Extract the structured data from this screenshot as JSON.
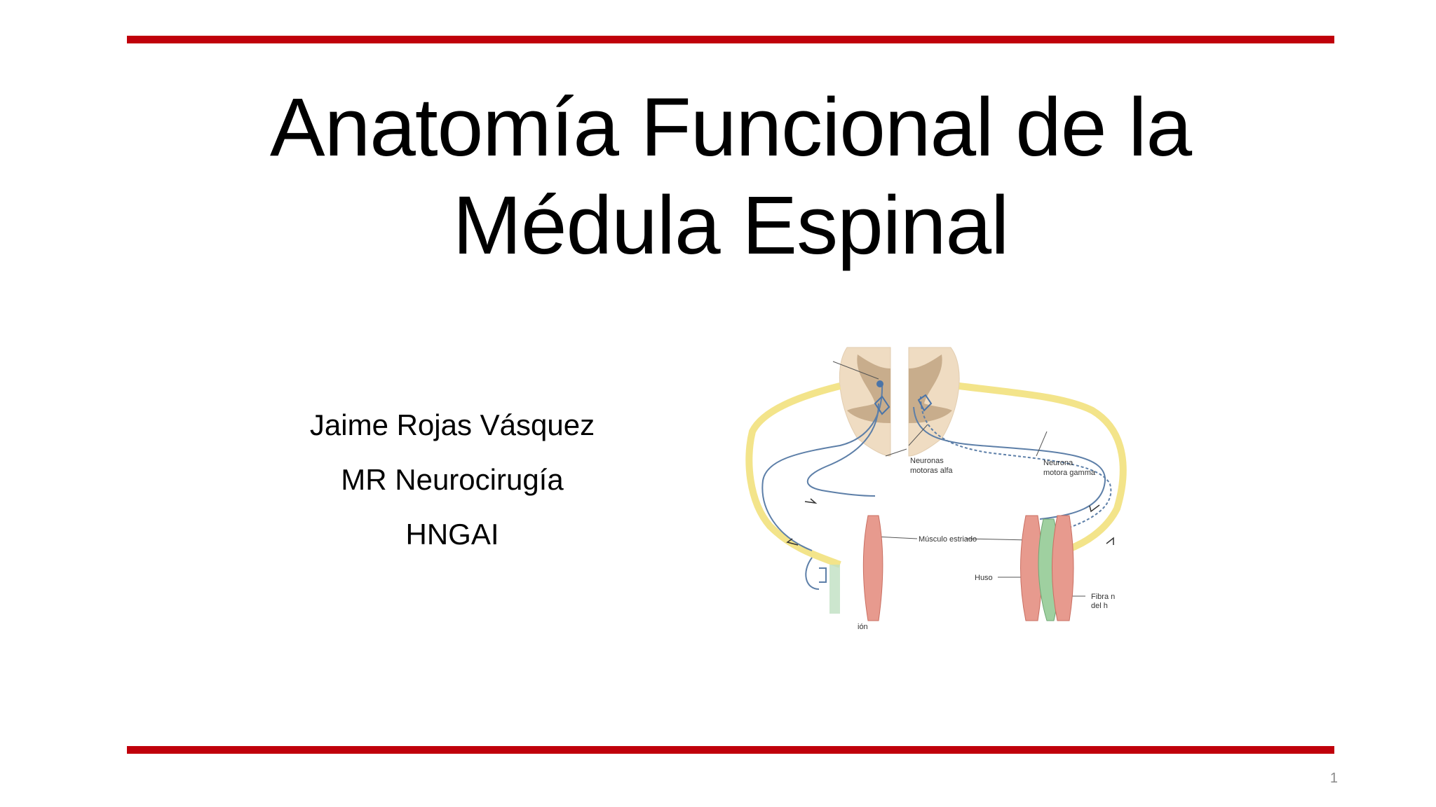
{
  "colors": {
    "accent_rule": "#c0000b",
    "text": "#000000",
    "page_number": "#8a8a8a"
  },
  "slide": {
    "title_line1": "Anatomía Funcional de la",
    "title_line2": "Médula Espinal",
    "author_name": "Jaime Rojas Vásquez",
    "author_role": "MR Neurocirugía",
    "author_institution": "HNGAI",
    "page_number": "1"
  },
  "figure": {
    "labels": {
      "alpha_line1": "Neuronas",
      "alpha_line2": "motoras alfa",
      "gamma_line1": "Neurona",
      "gamma_line2": "motora gamma",
      "muscle": "Músculo estriado",
      "spindle": "Huso",
      "fiber_line1": "Fibra n",
      "fiber_line2": "del h",
      "bottom_left": "ión"
    }
  }
}
